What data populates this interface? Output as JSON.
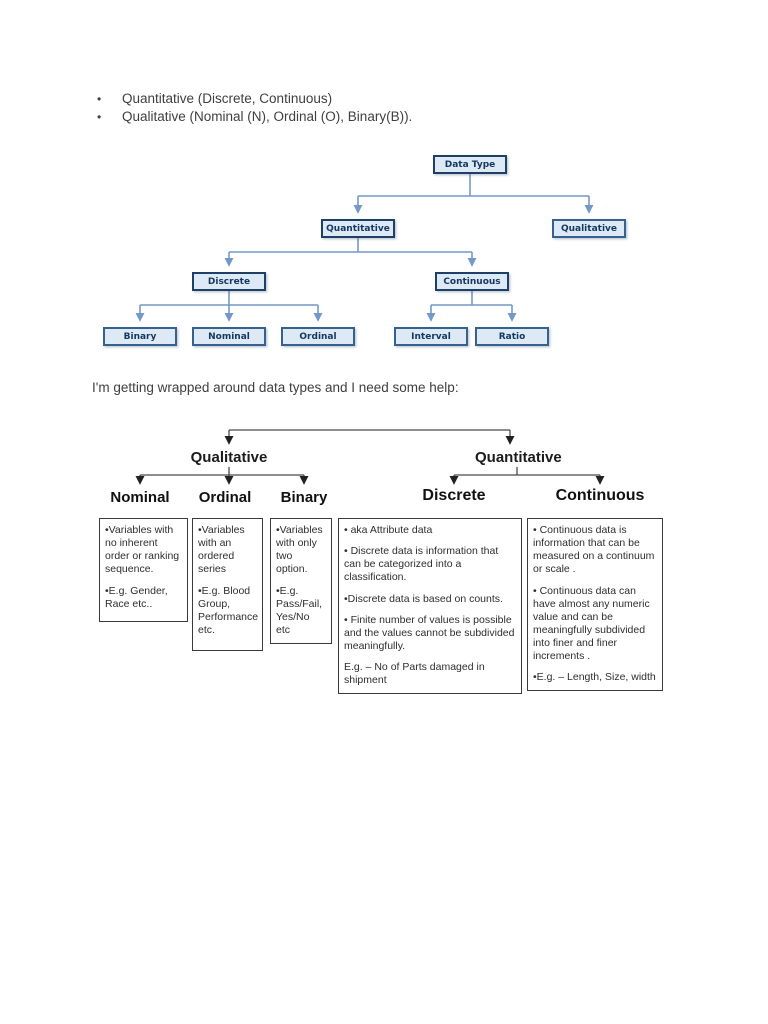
{
  "page": {
    "bullet_items": [
      "Quantitative (Discrete, Continuous)",
      "Qualitative (Nominal (N), Ordinal (O), Binary(B))."
    ],
    "intro_text": "I'm getting wrapped around data types and I need some help:"
  },
  "colors": {
    "node_fill": "#ddeaf6",
    "node_border_dark": "#1e4066",
    "node_border_mid": "#34618e",
    "node_text": "#15365f",
    "connector_blue": "#7299c9",
    "d2_line": "#4a4a4a",
    "d2_arrow": "#222222",
    "body_text": "#3f3f3f"
  },
  "tree": {
    "data_type": "Data Type",
    "quantitative": "Quantitative",
    "qualitative": "Qualitative",
    "discrete": "Discrete",
    "continuous": "Continuous",
    "binary": "Binary",
    "nominal": "Nominal",
    "ordinal": "Ordinal",
    "interval": "Interval",
    "ratio": "Ratio"
  },
  "comparison": {
    "qualitative_label": "Qualitative",
    "quantitative_label": "Quantitative",
    "nominal_label": "Nominal",
    "ordinal_label": "Ordinal",
    "binary_label": "Binary",
    "discrete_label": "Discrete",
    "continuous_label": "Continuous",
    "nominal_box": [
      "•Variables with no inherent order or ranking sequence.",
      "•E.g. Gender, Race etc.."
    ],
    "ordinal_box": [
      "•Variables with an ordered series",
      "•E.g. Blood Group, Performance etc."
    ],
    "binary_box": [
      "•Variables with only two option.",
      "•E.g. Pass/Fail, Yes/No etc"
    ],
    "discrete_box": [
      "• aka Attribute data",
      "• Discrete data is information that can be categorized into a classification.",
      "•Discrete data is based on counts.",
      "• Finite number of values is possible and the values cannot be subdivided meaningfully.",
      "E.g. – No of Parts damaged in shipment"
    ],
    "continuous_box": [
      "• Continuous data is information that can be measured on a continuum  or scale .",
      "• Continuous data can have almost any numeric value and can be meaningfully subdivided into finer and finer increments .",
      "•E.g. – Length, Size, width"
    ]
  }
}
